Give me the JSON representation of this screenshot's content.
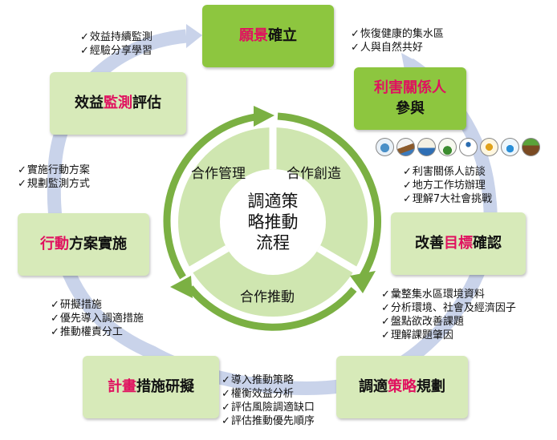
{
  "stages": {
    "vision": {
      "pre": "",
      "hl": "願景",
      "post": "確立"
    },
    "stakeholder": {
      "line1": "利害關係人",
      "line2": "參與"
    },
    "target": {
      "pre": "改善",
      "hl": "目標",
      "post": "確認"
    },
    "strategy": {
      "pre": "調適",
      "hl": "策略",
      "post": "規劃"
    },
    "plan": {
      "pre": "",
      "hl": "計畫",
      "post": "措施研擬"
    },
    "action": {
      "pre": "",
      "hl": "行動",
      "post": "方案實施"
    },
    "monitor": {
      "pre": "效益",
      "hl": "監測",
      "post": "評估"
    }
  },
  "bullets": {
    "vision": [
      "恢復健康的集水區",
      "人與自然共好"
    ],
    "stakeholder": [
      "利害關係人訪談",
      "地方工作坊辦理",
      "理解7大社會挑戰"
    ],
    "target": [
      "彙整集水區環境資料",
      "分析環境、社會及經濟因子",
      "盤點欲改善課題",
      "理解課題肇因"
    ],
    "strategy": [
      "導入推動策略",
      "權衡效益分析",
      "評估風險調適缺口",
      "評估推動優先順序"
    ],
    "plan": [
      "研擬措施",
      "優先導入調適措施",
      "推動權責分工"
    ],
    "action": [
      "實施行動方案",
      "規劃監測方式"
    ],
    "monitor": [
      "效益持續監測",
      "經驗分享學習"
    ]
  },
  "cycle": {
    "center": [
      "調適策",
      "略推動",
      "流程"
    ],
    "segments": [
      "合作管理",
      "合作創造",
      "合作推動"
    ]
  },
  "colors": {
    "box_dark": "#8dc63f",
    "box_light": "#d7eab9",
    "highlight": "#e0115f",
    "ring": "#7bb043",
    "ring_fill": "#cfe6b0",
    "outer_arrow": "#c9d3ea"
  },
  "icons": [
    "water-cycle-icon",
    "landslide-icon",
    "erosion-icon",
    "plant-icon",
    "person-icon",
    "crop-icon",
    "water-drop-icon",
    "soil-icon"
  ]
}
